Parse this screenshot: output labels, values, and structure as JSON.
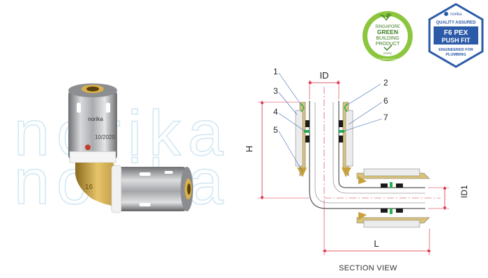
{
  "watermark": "norika",
  "product_photo": {
    "brand_marking": "norika",
    "date_marking": "10/2020",
    "size_marking": "16"
  },
  "green_badge": {
    "line1": "SINGAPORE",
    "line2": "GREEN",
    "line3": "BUILDING",
    "line4": "PRODUCT",
    "rating": "GOOD",
    "ring_text": "Singapore Green Building Council Certification"
  },
  "qa_badge": {
    "brand": "norika",
    "line1": "QUALITY ASSURED",
    "line2": "F6 PEX",
    "line3": "PUSH FIT",
    "line4": "ENGINEERED FOR",
    "line5": "PLUMBING"
  },
  "section": {
    "dims": {
      "id_top": "ID",
      "height": "H",
      "id_side": "ID1",
      "length": "L"
    },
    "callouts": [
      "1",
      "2",
      "3",
      "4",
      "5",
      "6",
      "7"
    ],
    "caption": "SECTION VIEW"
  },
  "colors": {
    "watermark": "#cfe6f2",
    "dimension_lines": "#d7263d",
    "callout_lines": "#3b6cb3",
    "brass": "#c9a13b",
    "o_ring": "#1a1a1a",
    "seal_green": "#22b14c",
    "badge_green": "#8cc63f",
    "badge_blue": "#2b5aa8"
  }
}
